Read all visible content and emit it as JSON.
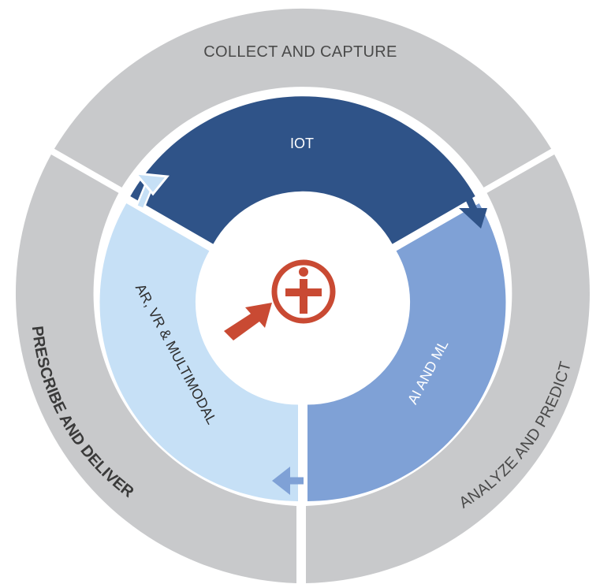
{
  "outer_ring": {
    "top_label": "COLLECT AND CAPTURE",
    "right_label": "ANALYZE AND PREDICT",
    "left_label": "PRESCRIBE AND DELIVER"
  },
  "inner_ring": {
    "top_label": "IOT",
    "right_label": "AI AND ML",
    "left_label": "AR, VR & MULTIMODAL"
  },
  "colors": {
    "outer_ring": "#c8c9cb",
    "iot_segment": "#2f5388",
    "ai_segment": "#7fa1d6",
    "ar_segment": "#c6e0f6",
    "logo": "#c94a33"
  },
  "icons": {
    "center_logo": "info-plus-logo",
    "pointer": "arrow-pointer-icon"
  }
}
